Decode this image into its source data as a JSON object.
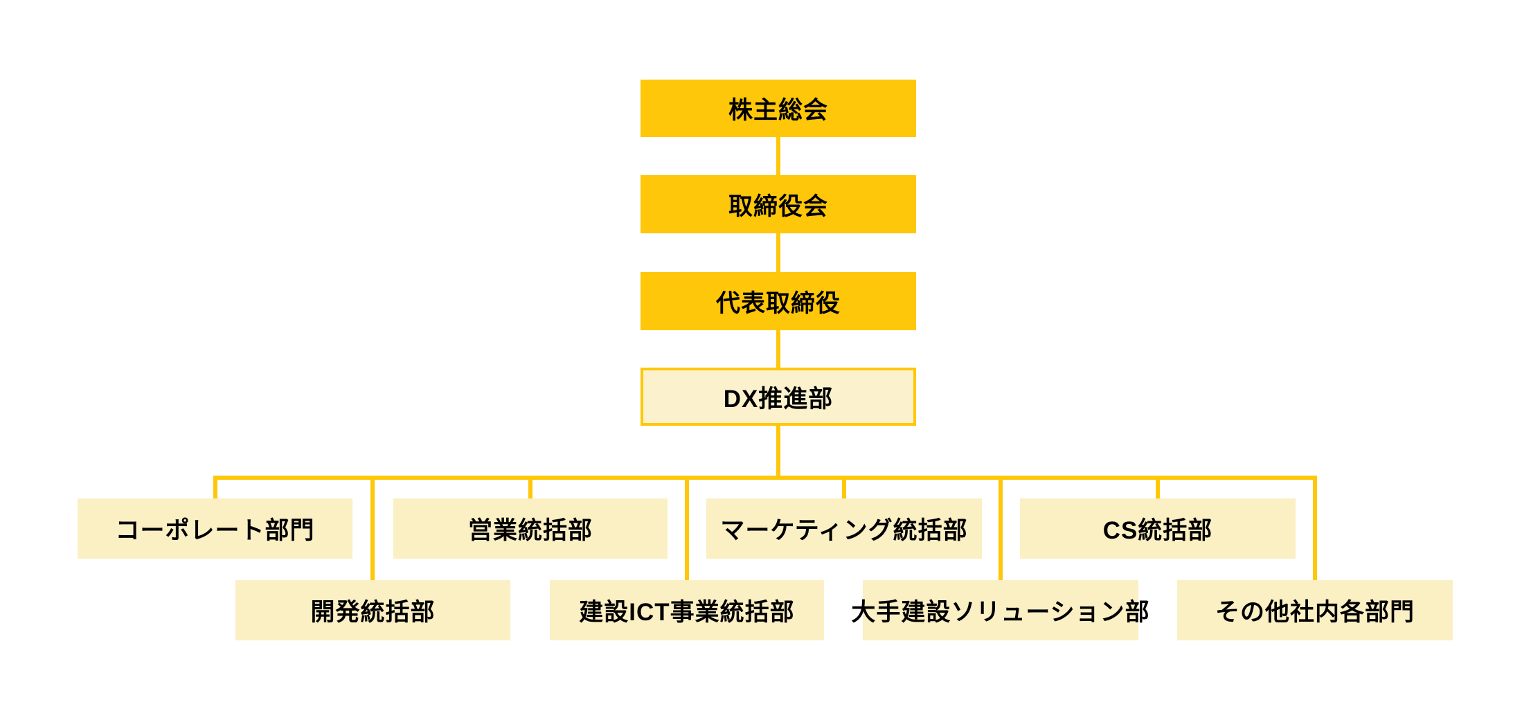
{
  "diagram": {
    "type": "organization-chart",
    "background": "#FFFFFF",
    "colors": {
      "gold": "#FFC709",
      "cream": "#FBEFC4",
      "dx_fill": "#FBF1CC",
      "line": "#FFC709",
      "text": "#000000"
    },
    "chain": [
      {
        "id": "shareholders",
        "label": "株主総会"
      },
      {
        "id": "board",
        "label": "取締役会"
      },
      {
        "id": "ceo",
        "label": "代表取締役"
      },
      {
        "id": "dx",
        "label": "DX推進部"
      }
    ],
    "departments": {
      "row1": [
        {
          "id": "corporate",
          "label": "コーポレート部門"
        },
        {
          "id": "sales",
          "label": "営業統括部"
        },
        {
          "id": "marketing",
          "label": "マーケティング統括部"
        },
        {
          "id": "cs",
          "label": "CS統括部"
        }
      ],
      "row2": [
        {
          "id": "development",
          "label": "開発統括部"
        },
        {
          "id": "construction-ict",
          "label": "建設ICT事業統括部"
        },
        {
          "id": "major-construction-solution",
          "label": "大手建設ソリューション部"
        },
        {
          "id": "other-internal",
          "label": "その他社内各部門"
        }
      ]
    }
  }
}
